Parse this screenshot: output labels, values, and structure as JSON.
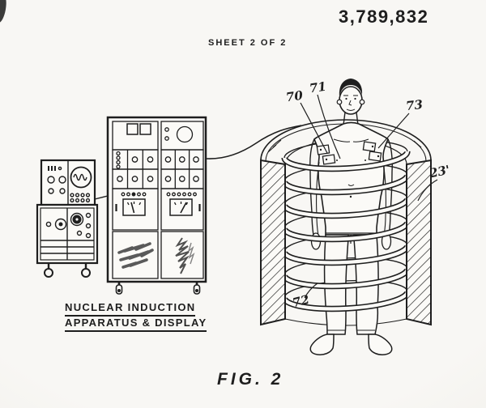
{
  "header": {
    "patent_number": "3,789,832",
    "sheet_label": "SHEET 2 OF 2"
  },
  "caption": {
    "line1": "NUCLEAR INDUCTION",
    "line2": "APPARATUS & DISPLAY"
  },
  "figure": {
    "label": "FIG. 2",
    "refs": {
      "r70": "70",
      "r71": "71",
      "r73": "73",
      "r23": "23'",
      "r72": "72"
    }
  },
  "colors": {
    "ink": "#1e1e1e",
    "paper": "#f6f5f2",
    "trace_gray": "#3f3f3f"
  }
}
